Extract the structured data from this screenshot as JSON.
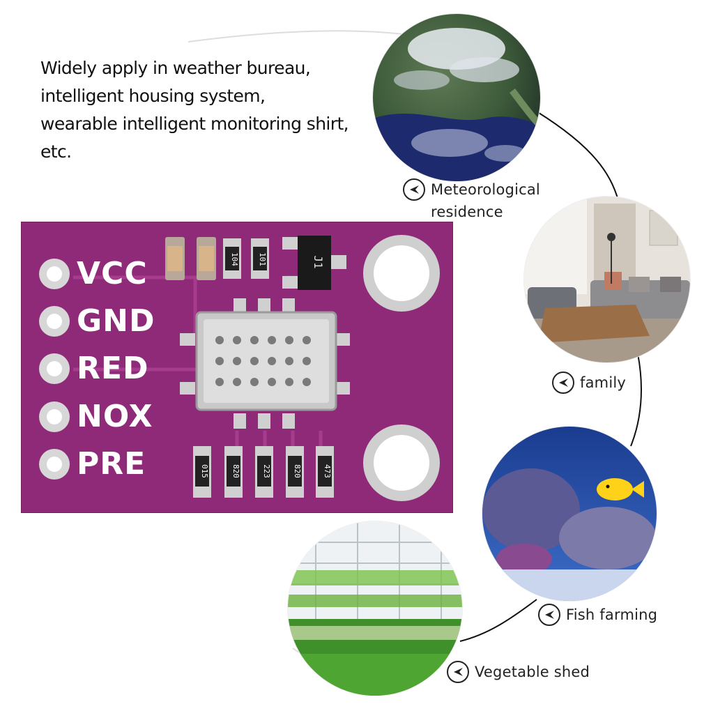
{
  "intro": {
    "lines": [
      "Widely apply in weather bureau,",
      "intelligent housing system,",
      "wearable intelligent monitoring shirt,",
      "etc."
    ]
  },
  "board": {
    "color": "#8e2a78",
    "pins": [
      "VCC",
      "GND",
      "RED",
      "NOX",
      "PRE"
    ],
    "components": {
      "resistor_top_1": "104",
      "resistor_top_2": "101",
      "regulator": "J1",
      "resistor_bottom_1": "015",
      "resistor_bottom_2": "820",
      "resistor_bottom_3": "223",
      "resistor_bottom_4": "820",
      "resistor_bottom_5": "473"
    }
  },
  "applications": [
    {
      "caption_line1": "Meteorological",
      "caption_line2": "residence",
      "icon": "arrow-left-icon"
    },
    {
      "caption": "family",
      "icon": "arrow-left-icon"
    },
    {
      "caption": "Fish farming",
      "icon": "arrow-left-icon"
    },
    {
      "caption": "Vegetable shed",
      "icon": "arrow-left-icon"
    }
  ]
}
